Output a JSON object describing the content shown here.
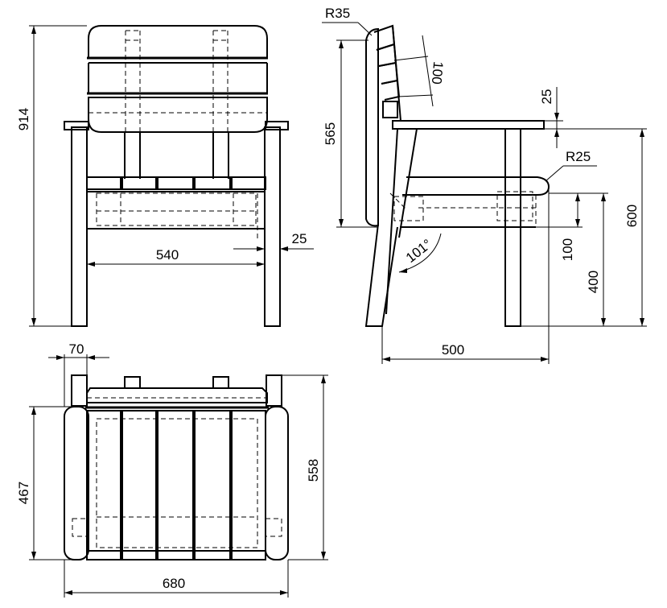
{
  "dimensions": {
    "front_height": "914",
    "front_inner_width": "540",
    "front_leg_thickness": "25",
    "side_back_radius": "R35",
    "side_back_slat": "100",
    "side_seat_thickness": "25",
    "side_back_height": "565",
    "side_seat_radius": "R25",
    "side_overall_height": "600",
    "side_apron": "100",
    "side_seat_height": "400",
    "side_back_angle": "101°",
    "side_depth": "500",
    "top_leg_width": "70",
    "top_seat_depth": "467",
    "top_overall_depth": "558",
    "top_overall_width": "680"
  },
  "colors": {
    "line": "#000000",
    "background": "#ffffff"
  }
}
